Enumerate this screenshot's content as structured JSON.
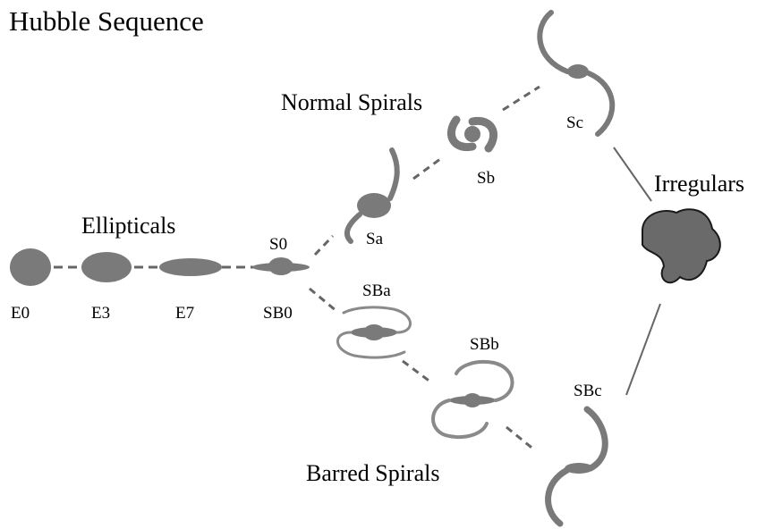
{
  "title": "Hubble Sequence",
  "groups": {
    "ellipticals": "Ellipticals",
    "normal_spirals": "Normal Spirals",
    "barred_spirals": "Barred Spirals",
    "irregulars": "Irregulars"
  },
  "types": {
    "e0": "E0",
    "e3": "E3",
    "e7": "E7",
    "s0": "S0",
    "sb0": "SB0",
    "sa": "Sa",
    "sb": "Sb",
    "sc": "Sc",
    "sba": "SBa",
    "sbb": "SBb",
    "sbc": "SBc"
  },
  "colors": {
    "galaxy_fill": "#7a7a7a",
    "irregular_fill": "#6a6a6a",
    "irregular_edge": "#1a1a1a",
    "connector": "#666666"
  }
}
